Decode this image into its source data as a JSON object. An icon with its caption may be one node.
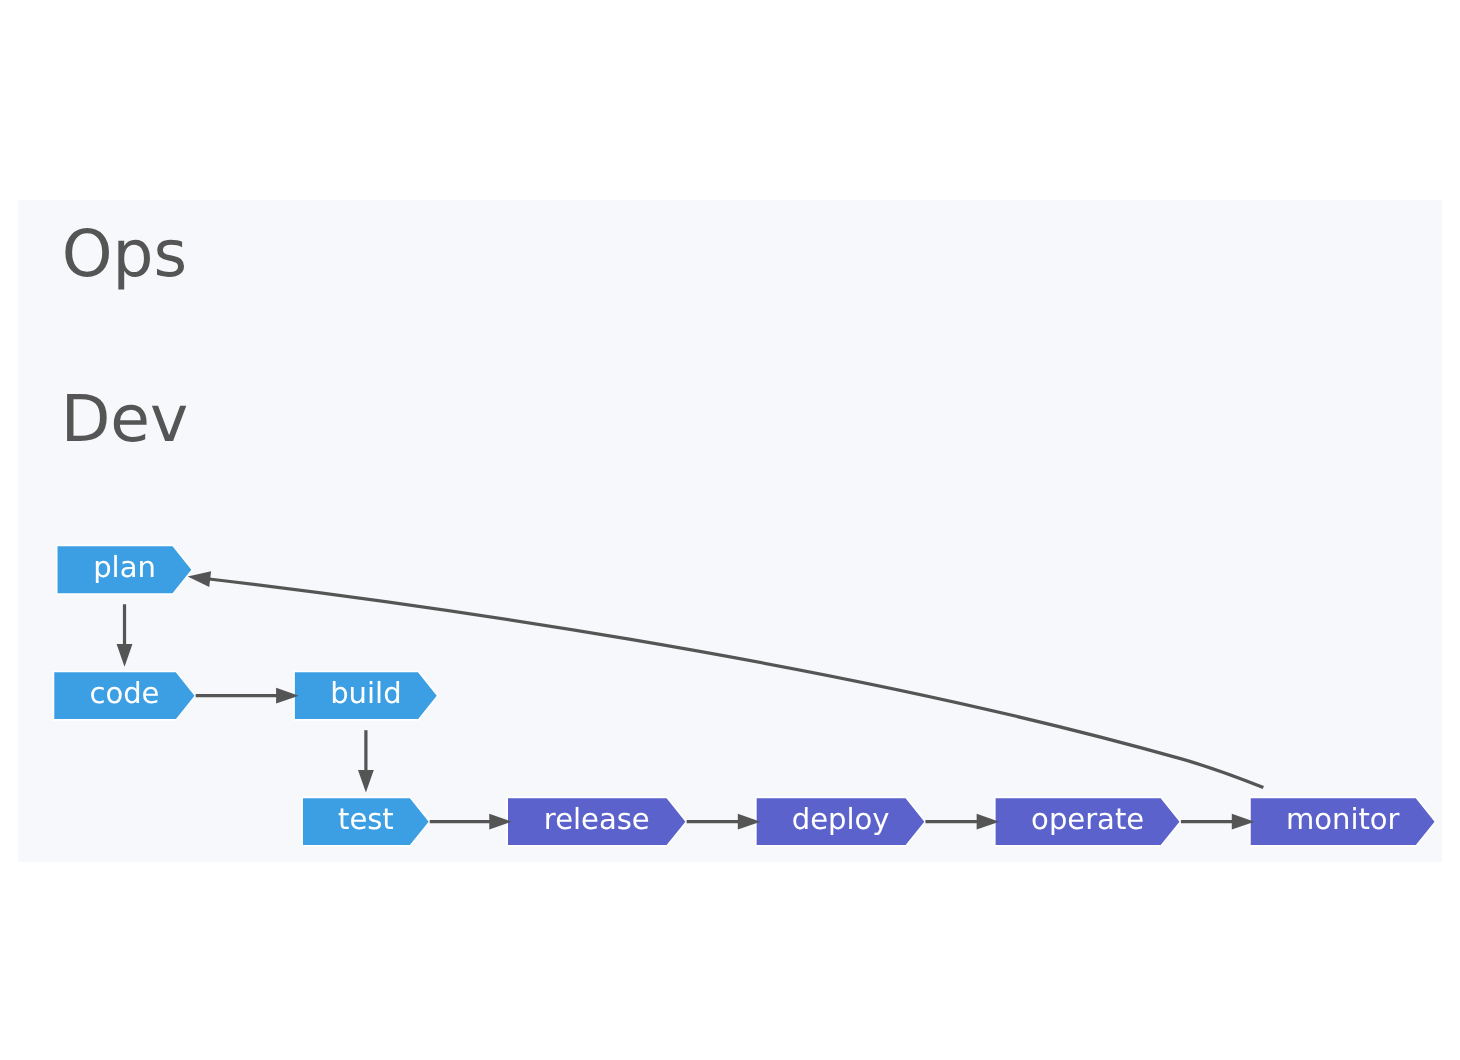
{
  "diagram": {
    "nodes": [
      {
        "text": [
          "plan"
        ]
      },
      {
        "text": [
          "code"
        ]
      },
      {
        "text": [
          "build"
        ]
      },
      {
        "text": [
          "test"
        ]
      },
      {
        "text": [
          "release"
        ]
      },
      {
        "text": [
          "deploy"
        ]
      },
      {
        "text": [
          "operate"
        ]
      },
      {
        "text": [
          "monitor"
        ]
      }
    ],
    "edges": [
      {
        "from": 0,
        "to": 1,
        "arrow": "to"
      },
      {
        "from": 1,
        "to": 2,
        "arrow": "to"
      },
      {
        "from": 2,
        "to": 3,
        "arrow": "to"
      },
      {
        "from": 3,
        "to": 4,
        "arrow": "to"
      },
      {
        "from": 4,
        "to": 5,
        "arrow": "to"
      },
      {
        "from": 5,
        "to": 6,
        "arrow": "to"
      },
      {
        "from": 6,
        "to": 7,
        "arrow": "to"
      },
      {
        "from": 7,
        "to": 0,
        "arrow": "to"
      }
    ],
    "labels": [
      "Dev",
      "Ops"
    ]
  }
}
